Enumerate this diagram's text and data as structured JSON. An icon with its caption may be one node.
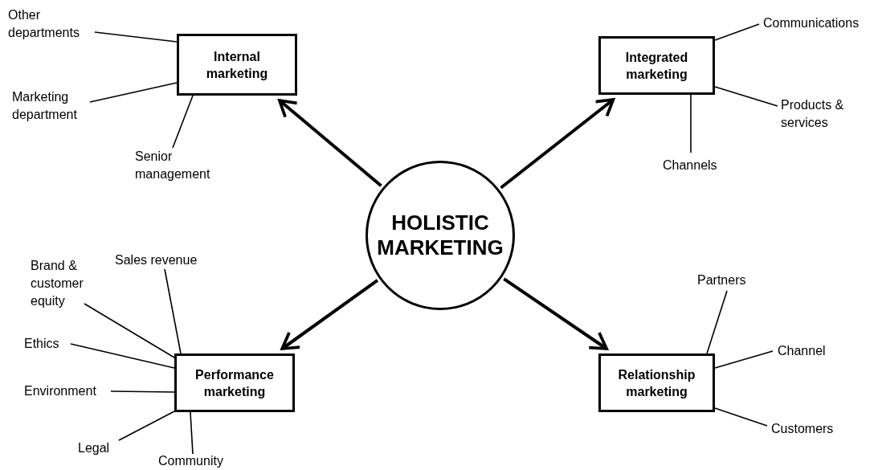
{
  "diagram": {
    "nodes": [
      {
        "text": [
          "HOLISTIC MARKETING"
        ]
      },
      {
        "text": [
          "Internal marketing"
        ]
      },
      {
        "text": [
          "Integrated marketing"
        ]
      },
      {
        "text": [
          "Performance marketing"
        ]
      },
      {
        "text": [
          "Relationship marketing"
        ]
      },
      {
        "text": [
          "Other departments"
        ]
      },
      {
        "text": [
          "Marketing department"
        ]
      },
      {
        "text": [
          "Senior management"
        ]
      },
      {
        "text": [
          "Communications"
        ]
      },
      {
        "text": [
          "Products & services"
        ]
      },
      {
        "text": [
          "Channels"
        ]
      },
      {
        "text": [
          "Sales revenue"
        ]
      },
      {
        "text": [
          "Brand & customer equity"
        ]
      },
      {
        "text": [
          "Ethics"
        ]
      },
      {
        "text": [
          "Environment"
        ]
      },
      {
        "text": [
          "Legal"
        ]
      },
      {
        "text": [
          "Community"
        ]
      },
      {
        "text": [
          "Partners"
        ]
      },
      {
        "text": [
          "Channel"
        ]
      },
      {
        "text": [
          "Customers"
        ]
      }
    ],
    "edges": [
      {
        "from": 0,
        "to": 1,
        "arrow": "to",
        "style": "thick"
      },
      {
        "from": 0,
        "to": 2,
        "arrow": "to",
        "style": "thick"
      },
      {
        "from": 0,
        "to": 3,
        "arrow": "to",
        "style": "thick"
      },
      {
        "from": 0,
        "to": 4,
        "arrow": "to",
        "style": "thick"
      },
      {
        "from": 5,
        "to": 1,
        "arrow": "none"
      },
      {
        "from": 6,
        "to": 1,
        "arrow": "none"
      },
      {
        "from": 7,
        "to": 1,
        "arrow": "none"
      },
      {
        "from": 8,
        "to": 2,
        "arrow": "none"
      },
      {
        "from": 9,
        "to": 2,
        "arrow": "none"
      },
      {
        "from": 10,
        "to": 2,
        "arrow": "none"
      },
      {
        "from": 11,
        "to": 3,
        "arrow": "none"
      },
      {
        "from": 12,
        "to": 3,
        "arrow": "none"
      },
      {
        "from": 13,
        "to": 3,
        "arrow": "none"
      },
      {
        "from": 14,
        "to": 3,
        "arrow": "none"
      },
      {
        "from": 15,
        "to": 3,
        "arrow": "none"
      },
      {
        "from": 16,
        "to": 3,
        "arrow": "none"
      },
      {
        "from": 17,
        "to": 4,
        "arrow": "none"
      },
      {
        "from": 18,
        "to": 4,
        "arrow": "none"
      },
      {
        "from": 19,
        "to": 4,
        "arrow": "none"
      }
    ]
  }
}
